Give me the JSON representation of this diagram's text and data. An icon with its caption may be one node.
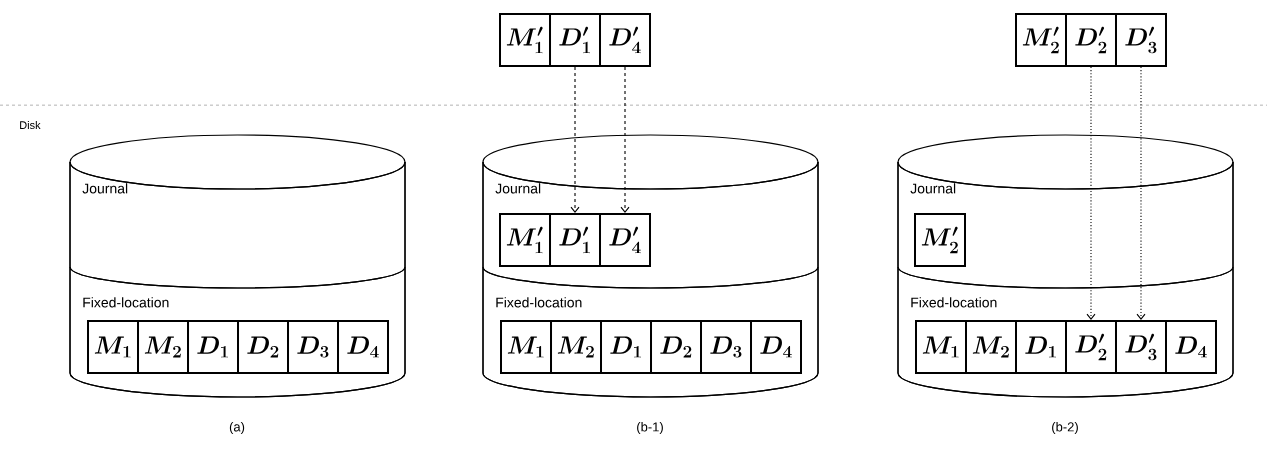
{
  "diagram": {
    "nodes": [
      {
        "text": [],
        "shape": "cylinder"
      },
      {
        "text": [
          "Journal"
        ],
        "in": 0
      },
      {
        "text": [
          "Fixed-location"
        ],
        "in": 0
      },
      {
        "text": [
          "M_1"
        ],
        "in": 2
      },
      {
        "text": [
          "M_2"
        ],
        "in": 2
      },
      {
        "text": [
          "D_1"
        ],
        "in": 2
      },
      {
        "text": [
          "D_2"
        ],
        "in": 2
      },
      {
        "text": [
          "D_3"
        ],
        "in": 2
      },
      {
        "text": [
          "D_4"
        ],
        "in": 2
      },
      {
        "text": [
          "M'_1"
        ]
      },
      {
        "text": [
          "D'_1"
        ]
      },
      {
        "text": [
          "D'_4"
        ]
      },
      {
        "text": [],
        "shape": "cylinder"
      },
      {
        "text": [
          "Journal"
        ],
        "in": 12
      },
      {
        "text": [
          "M'_1"
        ],
        "in": 13
      },
      {
        "text": [
          "D'_1"
        ],
        "in": 13
      },
      {
        "text": [
          "D'_4"
        ],
        "in": 13
      },
      {
        "text": [
          "Fixed-location"
        ],
        "in": 12
      },
      {
        "text": [
          "M_1"
        ],
        "in": 17
      },
      {
        "text": [
          "M_2"
        ],
        "in": 17
      },
      {
        "text": [
          "D_1"
        ],
        "in": 17
      },
      {
        "text": [
          "D_2"
        ],
        "in": 17
      },
      {
        "text": [
          "D_3"
        ],
        "in": 17
      },
      {
        "text": [
          "D_4"
        ],
        "in": 17
      },
      {
        "text": [
          "M'_2"
        ]
      },
      {
        "text": [
          "D'_2"
        ]
      },
      {
        "text": [
          "D'_3"
        ]
      },
      {
        "text": [],
        "shape": "cylinder"
      },
      {
        "text": [
          "Journal"
        ],
        "in": 27
      },
      {
        "text": [
          "M'_2"
        ],
        "in": 28
      },
      {
        "text": [
          "Fixed-location"
        ],
        "in": 27
      },
      {
        "text": [
          "M_1"
        ],
        "in": 30
      },
      {
        "text": [
          "M_2"
        ],
        "in": 30
      },
      {
        "text": [
          "D_1"
        ],
        "in": 30
      },
      {
        "text": [
          "D'_2"
        ],
        "in": 30
      },
      {
        "text": [
          "D'_3"
        ],
        "in": 30
      },
      {
        "text": [
          "D_4"
        ],
        "in": 30
      }
    ],
    "edges": [
      {
        "from": 10,
        "to": 15,
        "arrow": "to",
        "style": "dashed"
      },
      {
        "from": 11,
        "to": 16,
        "arrow": "to",
        "style": "dashed"
      },
      {
        "from": 25,
        "to": 34,
        "arrow": "to"
      },
      {
        "from": 26,
        "to": 35,
        "arrow": "to"
      }
    ],
    "labels": [
      "Disk",
      "(a)",
      "(b-1)",
      "(b-2)"
    ]
  }
}
